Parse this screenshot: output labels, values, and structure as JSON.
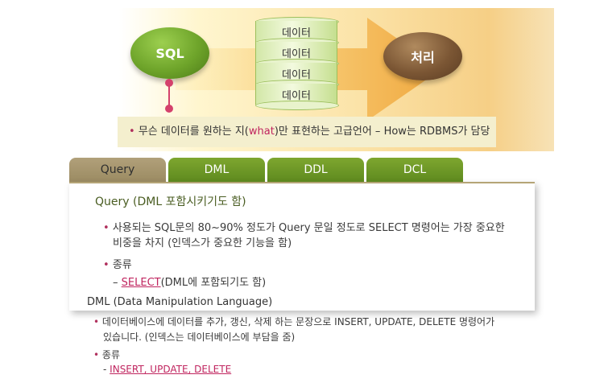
{
  "diagram": {
    "sql_label": "SQL",
    "process_label": "처리",
    "data_stack": [
      "데이터",
      "데이터",
      "데이터",
      "데이터"
    ],
    "info": {
      "bullet": "•",
      "before": "무슨 데이터를 원하는 지(",
      "highlight": "what",
      "after": ")만 표현하는 고급언어 – How는 RDBMS가 담당"
    }
  },
  "tabs": [
    {
      "label": "Query",
      "active": true
    },
    {
      "label": "DML",
      "active": false
    },
    {
      "label": "DDL",
      "active": false
    },
    {
      "label": "DCL",
      "active": false
    }
  ],
  "query_section": {
    "title": "Query (DML 포함시키기도 함)",
    "bullet": "•",
    "item1_line1": "사용되는 SQL문의 80~90% 정도가 Query 문일 정도로 SELECT 명령어는 가장 중요한",
    "item1_line2": "비중을 차지 (인덱스가 중요한 기능을 함)",
    "item2": "종류",
    "sub_dash": "–",
    "sub_link": "SELECT",
    "sub_rest": "(DML에 포함되기도 함)"
  },
  "dml_section": {
    "title": "DML (Data Manipulation Language)",
    "bullet": "•",
    "item1_line1": "데이터베이스에 데이터를 추가, 갱신, 삭제 하는 문장으로 INSERT, UPDATE, DELETE 명령어가",
    "item1_line2": "있습니다. (인덱스는 데이터베이스에 부담을 줌)",
    "item2": "종류",
    "sub_dash": "-",
    "sub_link": "INSERT, UPDATE, DELETE"
  },
  "colors": {
    "accent_pink": "#c0255f",
    "tab_green": "#6e9a26",
    "tab_active": "#a8976c",
    "sql_green": "#6ea42a",
    "process_brown": "#7b5634"
  }
}
